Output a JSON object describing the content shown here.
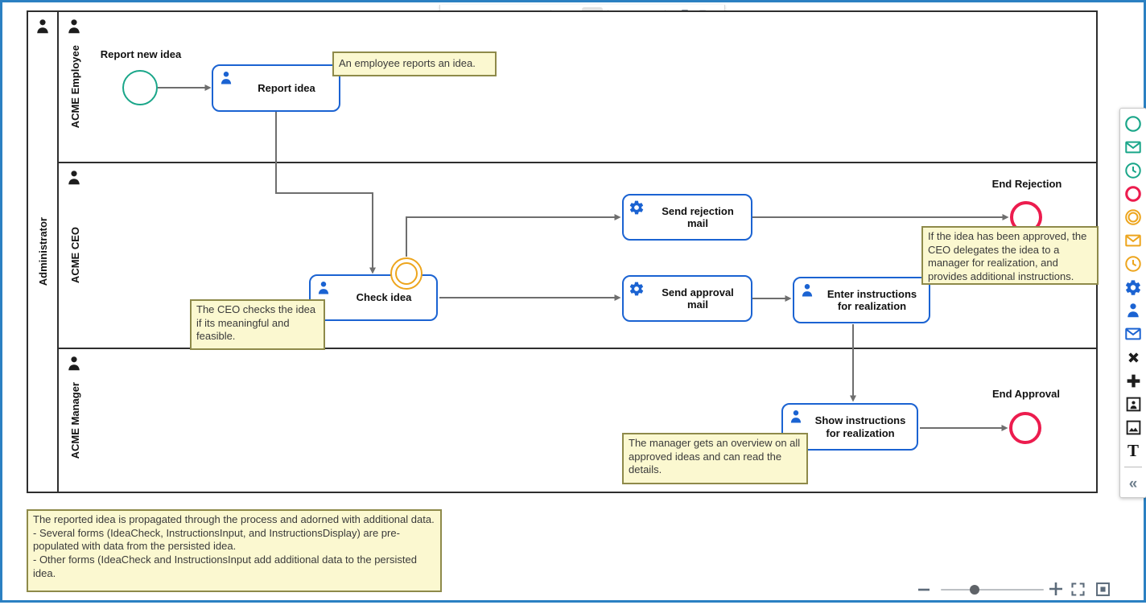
{
  "window": {
    "frame_color": "#2b80c2"
  },
  "toolbar": {
    "icons": [
      "download-file",
      "document",
      "share",
      "eye-off",
      "grid",
      "checkbox-checked",
      "fit-width",
      "fit-height",
      "undo",
      "redo"
    ],
    "active_icon": "checkbox-checked",
    "undo_glyph": "↺",
    "redo_glyph": "↻"
  },
  "palette": {
    "icons": [
      "start-event",
      "message-start-event",
      "timer-start-event",
      "end-event",
      "intermediate-event",
      "message-intermediate-event",
      "timer-intermediate-event",
      "service-task",
      "user-task",
      "send-task",
      "exclusive-gateway",
      "parallel-gateway",
      "participant",
      "image",
      "text-annotation",
      "collapse-palette"
    ],
    "text_icon_glyph": "T",
    "collapse_glyph": "«"
  },
  "colors": {
    "start_event": "#1aa689",
    "end_event": "#ec1c4e",
    "intermediate_event": "#eda51d",
    "task_border": "#1b63d2",
    "flow": "#6e6e6e",
    "annotation_bg": "#fbf8d0",
    "annotation_border": "#8e8a4a"
  },
  "pool": {
    "name": "Administrator",
    "lanes": [
      {
        "name": "ACME Employee"
      },
      {
        "name": "ACME CEO"
      },
      {
        "name": "ACME Manager"
      }
    ]
  },
  "diagram": {
    "start_event": {
      "label": "Report new idea"
    },
    "end_events": [
      {
        "label": "End Rejection"
      },
      {
        "label": "End Approval"
      }
    ],
    "tasks": [
      {
        "label": "Report idea",
        "type": "user"
      },
      {
        "label": "Check idea",
        "type": "user"
      },
      {
        "label": "Send rejection mail",
        "type": "service"
      },
      {
        "label": "Send approval mail",
        "type": "service"
      },
      {
        "label": "Enter instructions for realization",
        "type": "user"
      },
      {
        "label": "Show instructions for realization",
        "type": "user"
      }
    ],
    "annotations": [
      {
        "text": "An employee reports an idea."
      },
      {
        "text": "The CEO checks the idea if its meaningful and feasible."
      },
      {
        "text": "If the idea has been approved, the CEO delegates the idea to a manager for realization, and provides additional instructions."
      },
      {
        "text": "The manager gets an overview on all approved ideas and can read the details."
      },
      {
        "text": "The reported idea is propagated through the process and adorned with additional data.\n- Several forms (IdeaCheck, InstructionsInput, and InstructionsDisplay) are pre-populated with data from the persisted idea.\n- Other forms (IdeaCheck and InstructionsInput add additional data to the persisted idea."
      }
    ]
  },
  "zoom_controls": {
    "icons": [
      "zoom-out",
      "zoom-slider",
      "zoom-in",
      "fullscreen",
      "fit-viewport"
    ]
  }
}
